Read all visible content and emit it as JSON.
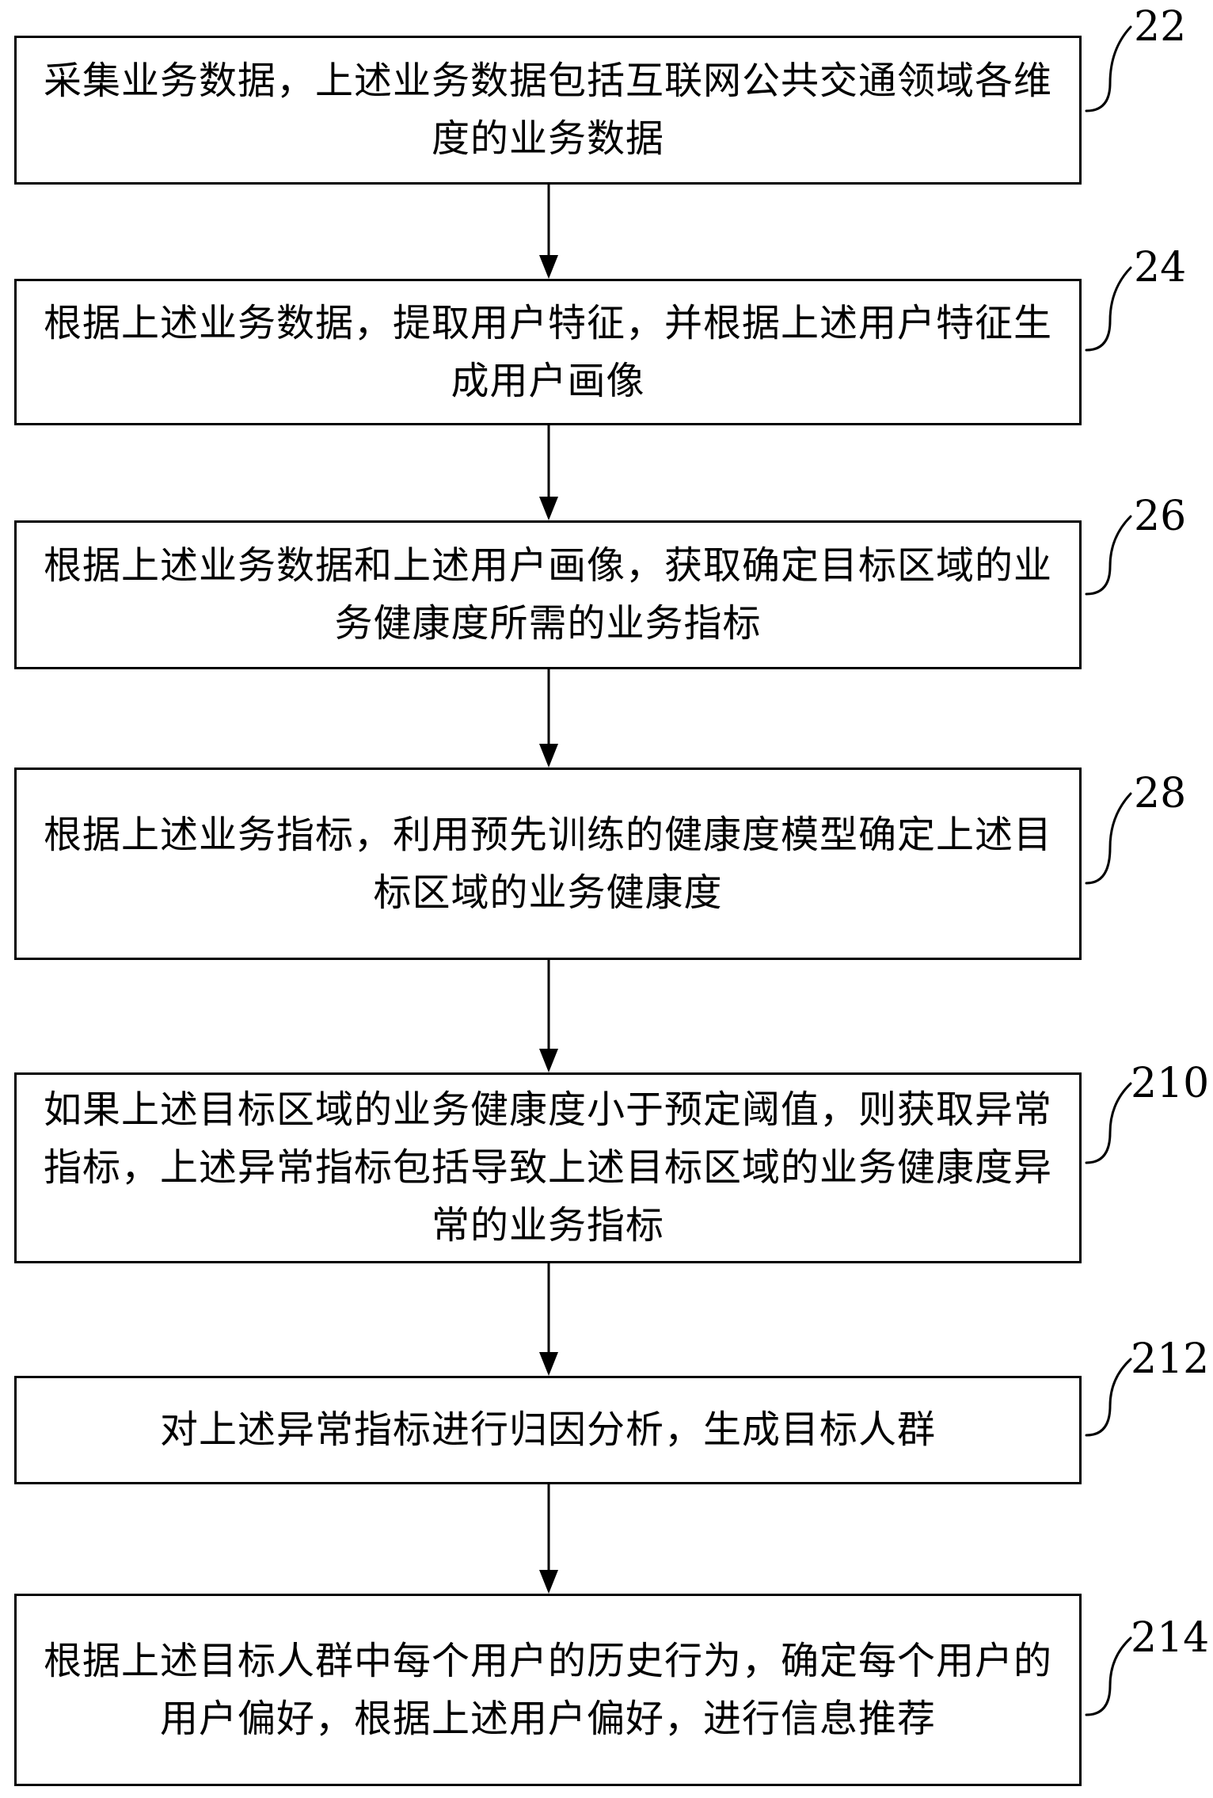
{
  "steps": [
    {
      "id": "22",
      "text": "采集业务数据，上述业务数据包括互联网公共交通领域各维度的业务数据"
    },
    {
      "id": "24",
      "text": "根据上述业务数据，提取用户特征，并根据上述用户特征生成用户画像"
    },
    {
      "id": "26",
      "text": "根据上述业务数据和上述用户画像，获取确定目标区域的业务健康度所需的业务指标"
    },
    {
      "id": "28",
      "text": "根据上述业务指标，利用预先训练的健康度模型确定上述目标区域的业务健康度"
    },
    {
      "id": "210",
      "text": "如果上述目标区域的业务健康度小于预定阈值，则获取异常指标，上述异常指标包括导致上述目标区域的业务健康度异常的业务指标"
    },
    {
      "id": "212",
      "text": "对上述异常指标进行归因分析，生成目标人群"
    },
    {
      "id": "214",
      "text": "根据上述目标人群中每个用户的历史行为，确定每个用户的用户偏好，根据上述用户偏好，进行信息推荐"
    }
  ]
}
